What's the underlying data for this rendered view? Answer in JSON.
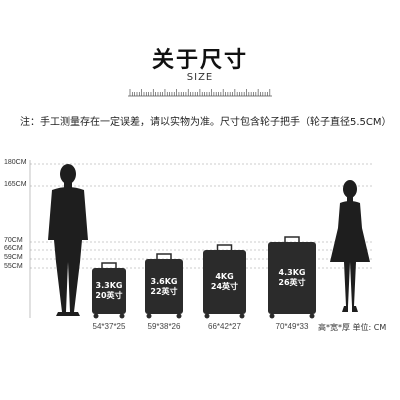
{
  "title": "关于尺寸",
  "subtitle": "SIZE",
  "note": "注：手工测量存在一定误差，请以实物为准。尺寸包含轮子把手（轮子直径5.5CM）",
  "height_marks": [
    {
      "label": "180CM"
    },
    {
      "label": "165CM"
    },
    {
      "label": "70CM"
    },
    {
      "label": "66CM"
    },
    {
      "label": "59CM"
    },
    {
      "label": "55CM"
    }
  ],
  "suitcases": [
    {
      "weight": "3.3KG",
      "size": "20英寸",
      "dims": "54*37*25"
    },
    {
      "weight": "3.6KG",
      "size": "22英寸",
      "dims": "59*38*26"
    },
    {
      "weight": "4KG",
      "size": "24英寸",
      "dims": "66*42*27"
    },
    {
      "weight": "4.3KG",
      "size": "26英寸",
      "dims": "70*49*33"
    }
  ],
  "unit_note": "高*宽*厚  单位: CM",
  "colors": {
    "suitcase": "#2b2b2b",
    "silhouette": "#1e1e1e",
    "guide": "#9a9a9a"
  }
}
